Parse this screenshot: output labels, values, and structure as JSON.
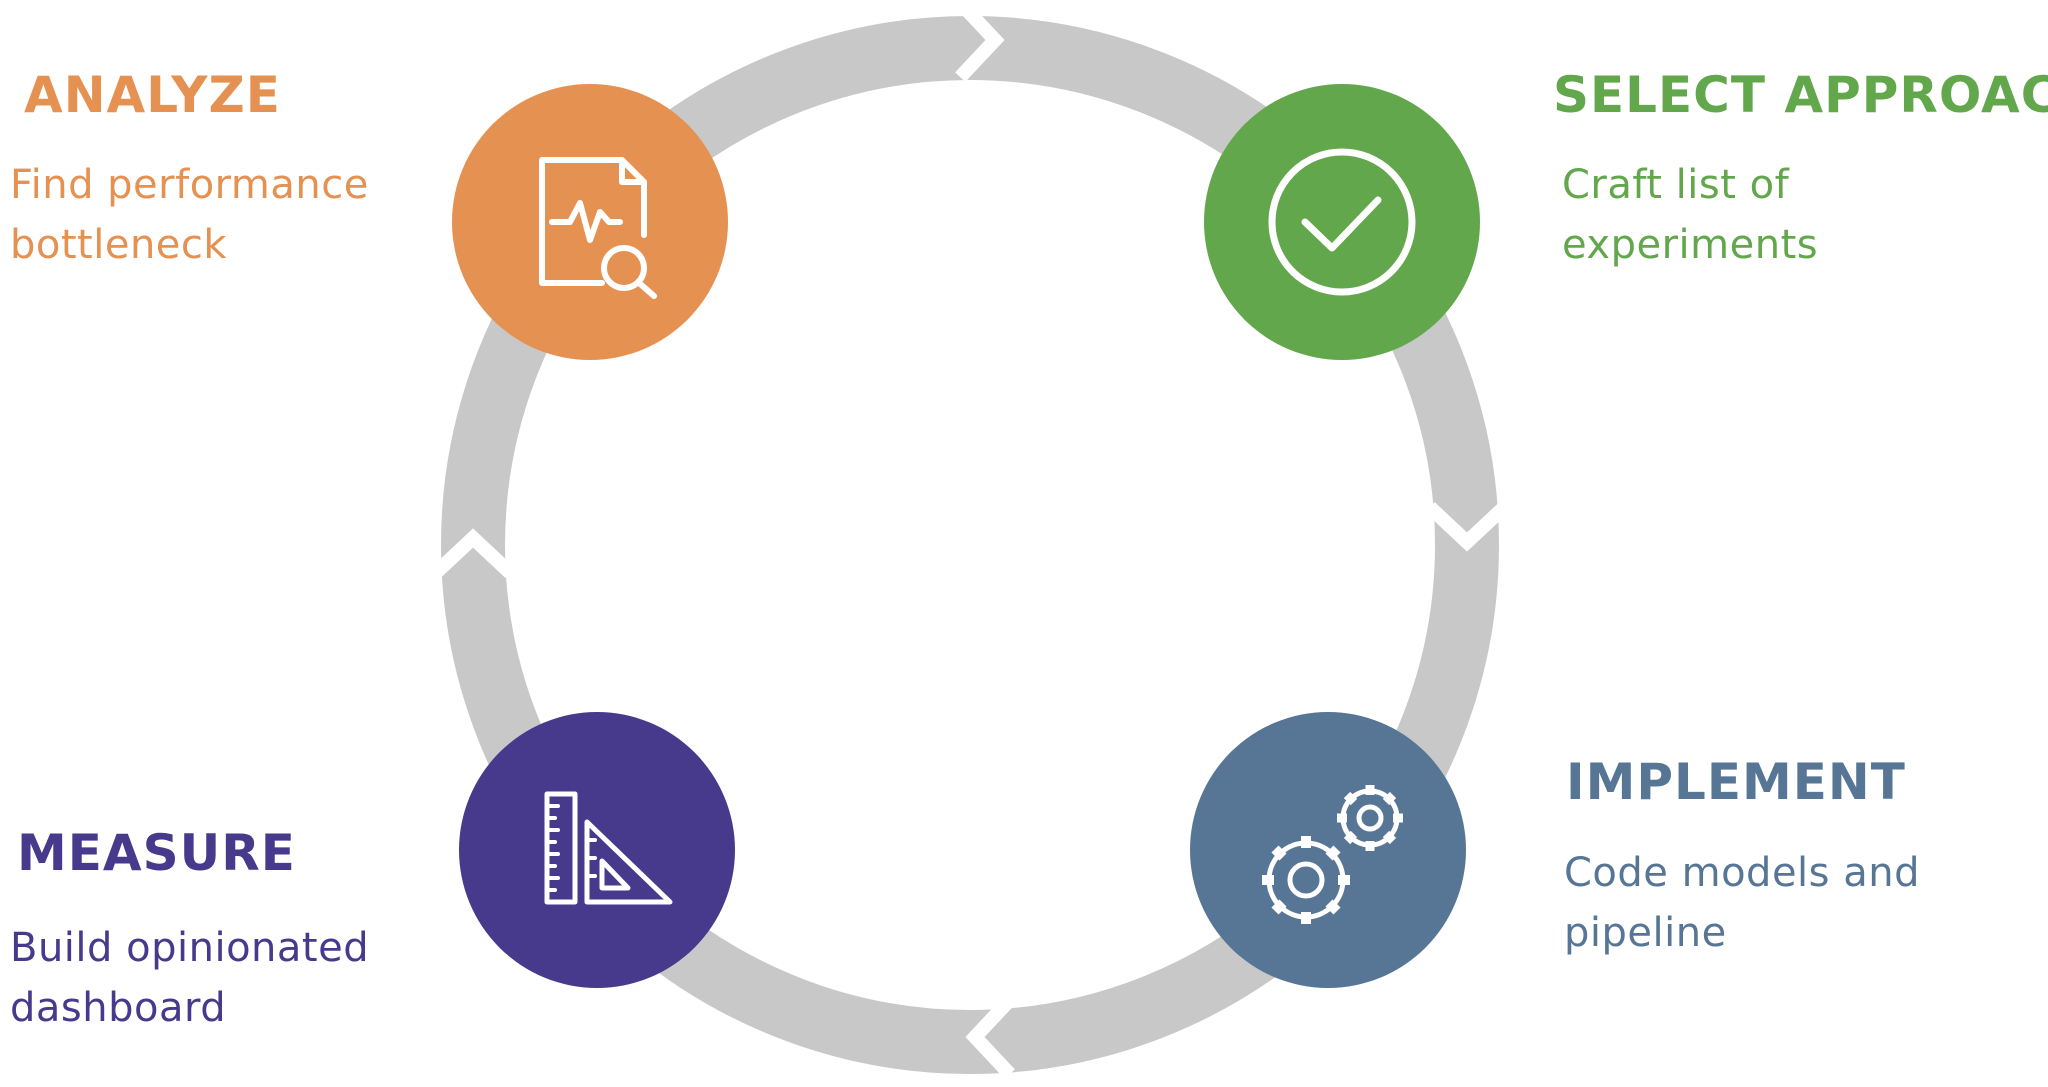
{
  "colors": {
    "ring": "#c8c8c8",
    "analyze": "#e59152",
    "select": "#63a74c",
    "implement": "#577696",
    "measure": "#473a8c",
    "icon_stroke": "#ffffff"
  },
  "stages": {
    "analyze": {
      "title": "ANALYZE",
      "desc_line1": "Find performance",
      "desc_line2": "bottleneck",
      "icon": "document-pulse-search-icon"
    },
    "select": {
      "title": "SELECT APPROACH",
      "desc_line1": "Craft list of",
      "desc_line2": "experiments",
      "icon": "check-circle-icon"
    },
    "implement": {
      "title": "IMPLEMENT",
      "desc_line1": "Code models and",
      "desc_line2": "pipeline",
      "icon": "gears-icon"
    },
    "measure": {
      "title": "MEASURE",
      "desc_line1": "Build opinionated",
      "desc_line2": "dashboard",
      "icon": "ruler-triangle-icon"
    }
  }
}
